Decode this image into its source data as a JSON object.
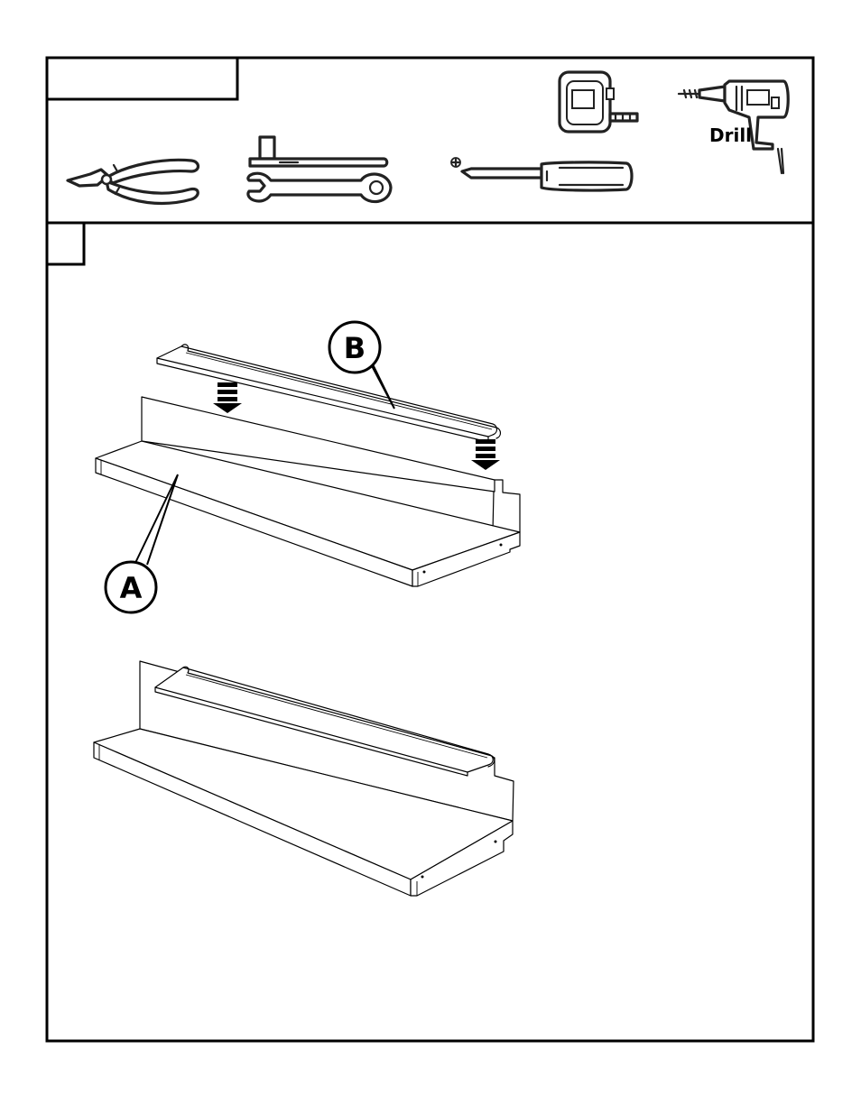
{
  "tools": {
    "pliers": "pliers-icon",
    "wrench": "wrench-icon",
    "screwdriver": "screwdriver-icon",
    "tape_measure": "tape-measure-icon",
    "drill": "drill-icon",
    "drill_label": "Drill"
  },
  "step": {
    "number": "",
    "header_label": ""
  },
  "callouts": {
    "a": "A",
    "b": "B"
  },
  "colors": {
    "line": "#000000",
    "background": "#ffffff"
  }
}
